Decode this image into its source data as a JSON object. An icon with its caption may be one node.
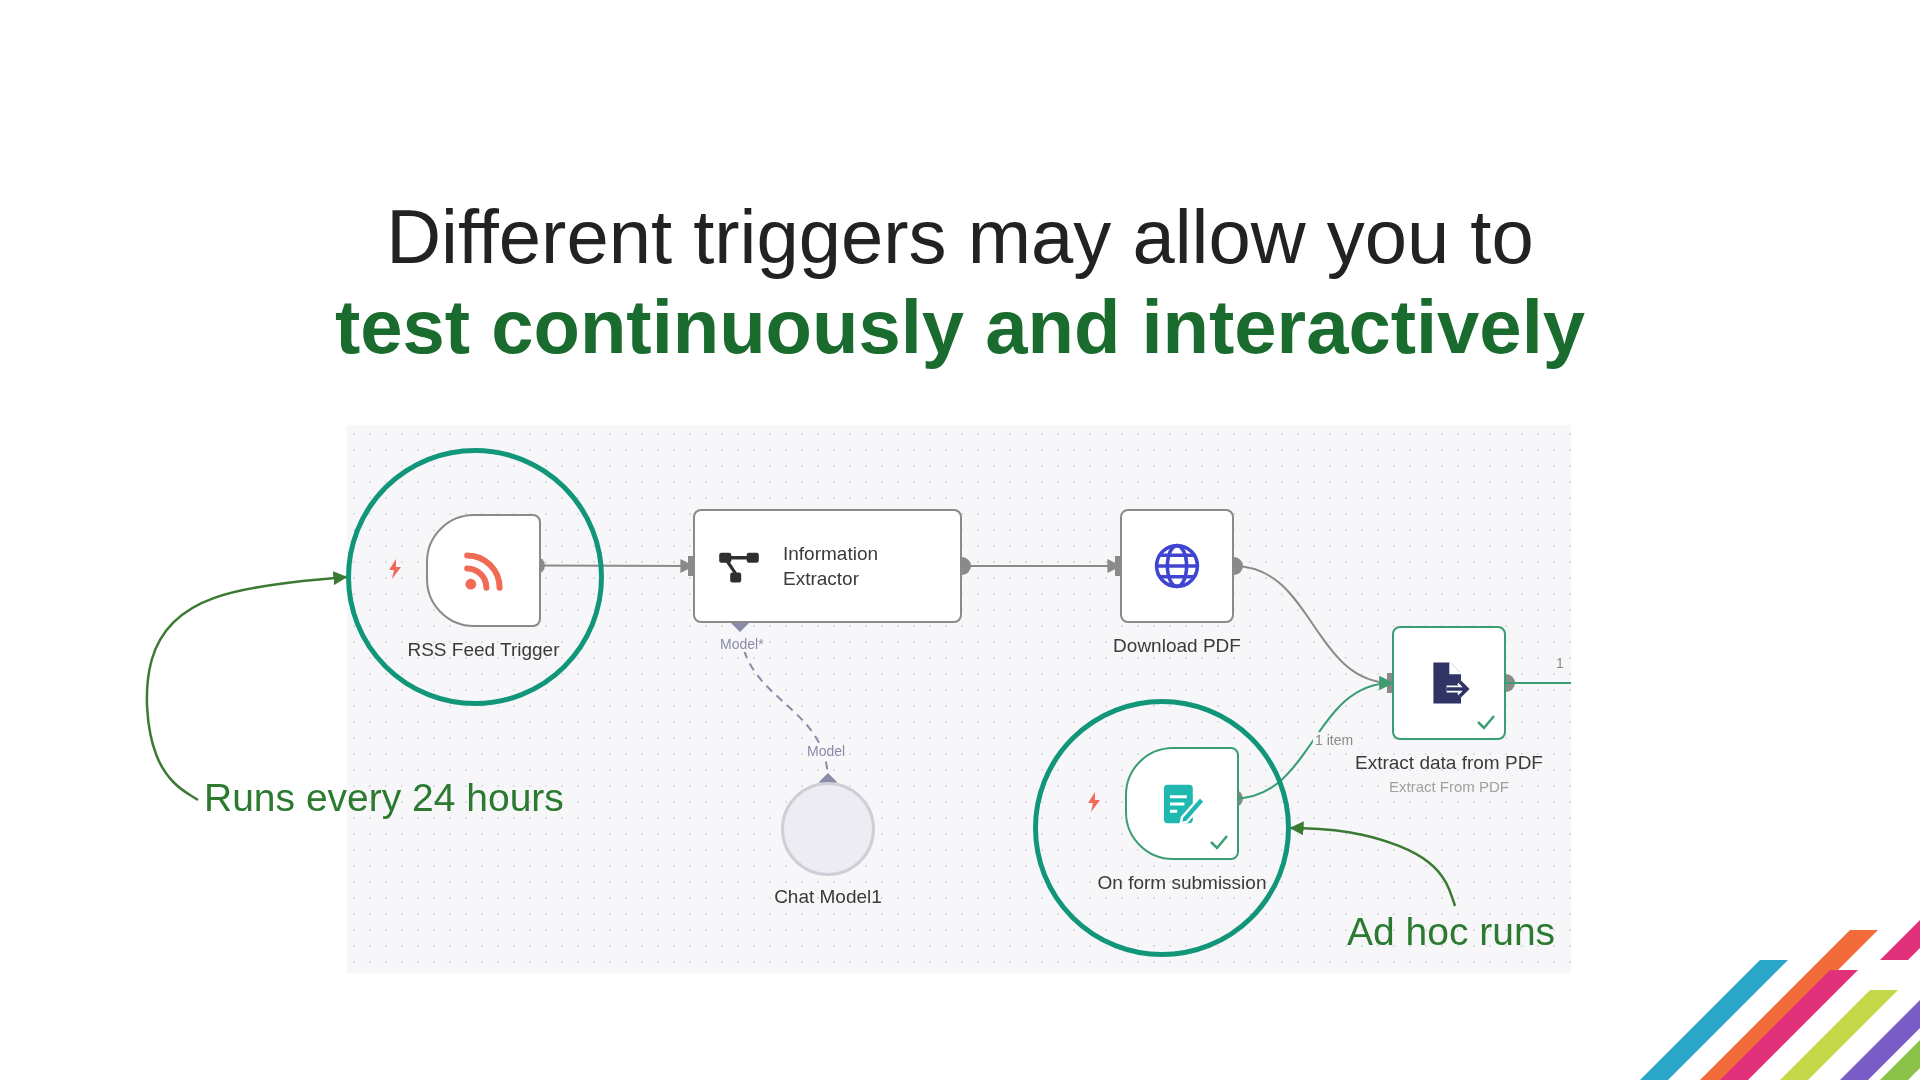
{
  "diagram": {
    "title": "Different triggers may allow you to **test continuously and interactively**",
    "nodes": [
      {
        "text": [],
        "shape": "circle"
      },
      {
        "text": [
          "RSS Feed Trigger"
        ],
        "in": 0
      },
      {
        "text": [
          "Information Extractor"
        ]
      },
      {
        "text": [
          "Download PDF"
        ]
      },
      {
        "text": [
          "Extract data from PDF",
          "Extract From PDF"
        ]
      },
      {
        "text": [],
        "shape": "circle"
      },
      {
        "text": [
          "On form submission"
        ],
        "in": 5
      },
      {
        "text": [
          "Chat Model1"
        ]
      },
      {
        "text": [
          "Runs every 24 hours"
        ]
      },
      {
        "text": [
          "Ad hoc runs"
        ]
      }
    ],
    "edges": [
      {
        "from": 1,
        "to": 2,
        "arrow": "to"
      },
      {
        "from": 2,
        "to": 3,
        "arrow": "to"
      },
      {
        "from": 3,
        "to": 4,
        "arrow": "to"
      },
      {
        "from": 6,
        "to": 4,
        "arrow": "to",
        "label": "1 item",
        "color": "#3a9e72"
      },
      {
        "from": 4,
        "to": null,
        "arrow": "none",
        "label": "1",
        "color": "#3a9e72"
      },
      {
        "from": 2,
        "to": 7,
        "arrow": "other",
        "style": "dashed",
        "color": "#8a8aaa"
      },
      {
        "from": 8,
        "to": 0,
        "arrow": "to",
        "color": "#3b7a32"
      },
      {
        "from": 9,
        "to": 5,
        "arrow": "to",
        "color": "#3b7a32"
      }
    ],
    "labels": [
      "Model*",
      "Model"
    ]
  }
}
